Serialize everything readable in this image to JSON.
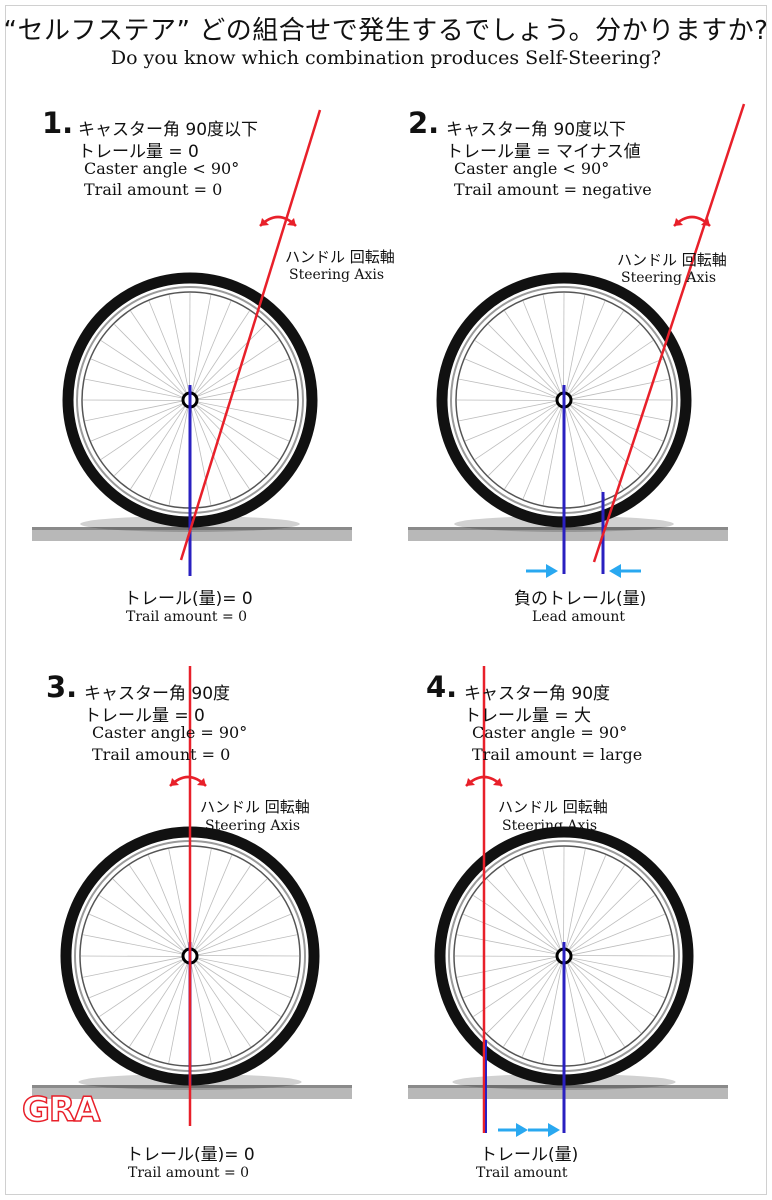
{
  "title": {
    "jp": "“セルフステア” どの組合せで発生するでしょう。分かりますか?",
    "en": "Do you know which combination produces Self-Steering?"
  },
  "panels": [
    {
      "number": "1.",
      "caster_jp": "キャスター角 90度以下",
      "trail_jp": "トレール量 = 0",
      "caster_en": "Caster angle < 90°",
      "trail_en": "Trail amount = 0",
      "axis_jp": "ハンドル 回転軸",
      "axis_en": "Steering Axis",
      "bottom_jp": "トレール(量)= 0",
      "bottom_en": "Trail amount = 0"
    },
    {
      "number": "2.",
      "caster_jp": "キャスター角 90度以下",
      "trail_jp": "トレール量 = マイナス値",
      "caster_en": "Caster angle < 90°",
      "trail_en": "Trail amount = negative",
      "axis_jp": "ハンドル 回転軸",
      "axis_en": "Steering Axis",
      "bottom_jp": "負のトレール(量)",
      "bottom_en": "Lead amount"
    },
    {
      "number": "3.",
      "caster_jp": "キャスター角 90度",
      "trail_jp": "トレール量 = 0",
      "caster_en": "Caster angle = 90°",
      "trail_en": "Trail amount = 0",
      "axis_jp": "ハンドル 回転軸",
      "axis_en": "Steering Axis",
      "bottom_jp": "トレール(量)= 0",
      "bottom_en": "Trail amount = 0"
    },
    {
      "number": "4.",
      "caster_jp": "キャスター角 90度",
      "trail_jp": "トレール量 = 大",
      "caster_en": "Caster angle = 90°",
      "trail_en": "Trail amount = large",
      "axis_jp": "ハンドル 回転軸",
      "axis_en": "Steering Axis",
      "bottom_jp": "トレール(量)",
      "bottom_en": "Trail amount"
    }
  ],
  "logo": "GRA",
  "colors": {
    "steering_axis": "#e8202a",
    "vertical_line": "#2a20c0",
    "trail_arrow": "#29a8f0",
    "tire": "#111111",
    "ground": "#b8b8b8"
  }
}
